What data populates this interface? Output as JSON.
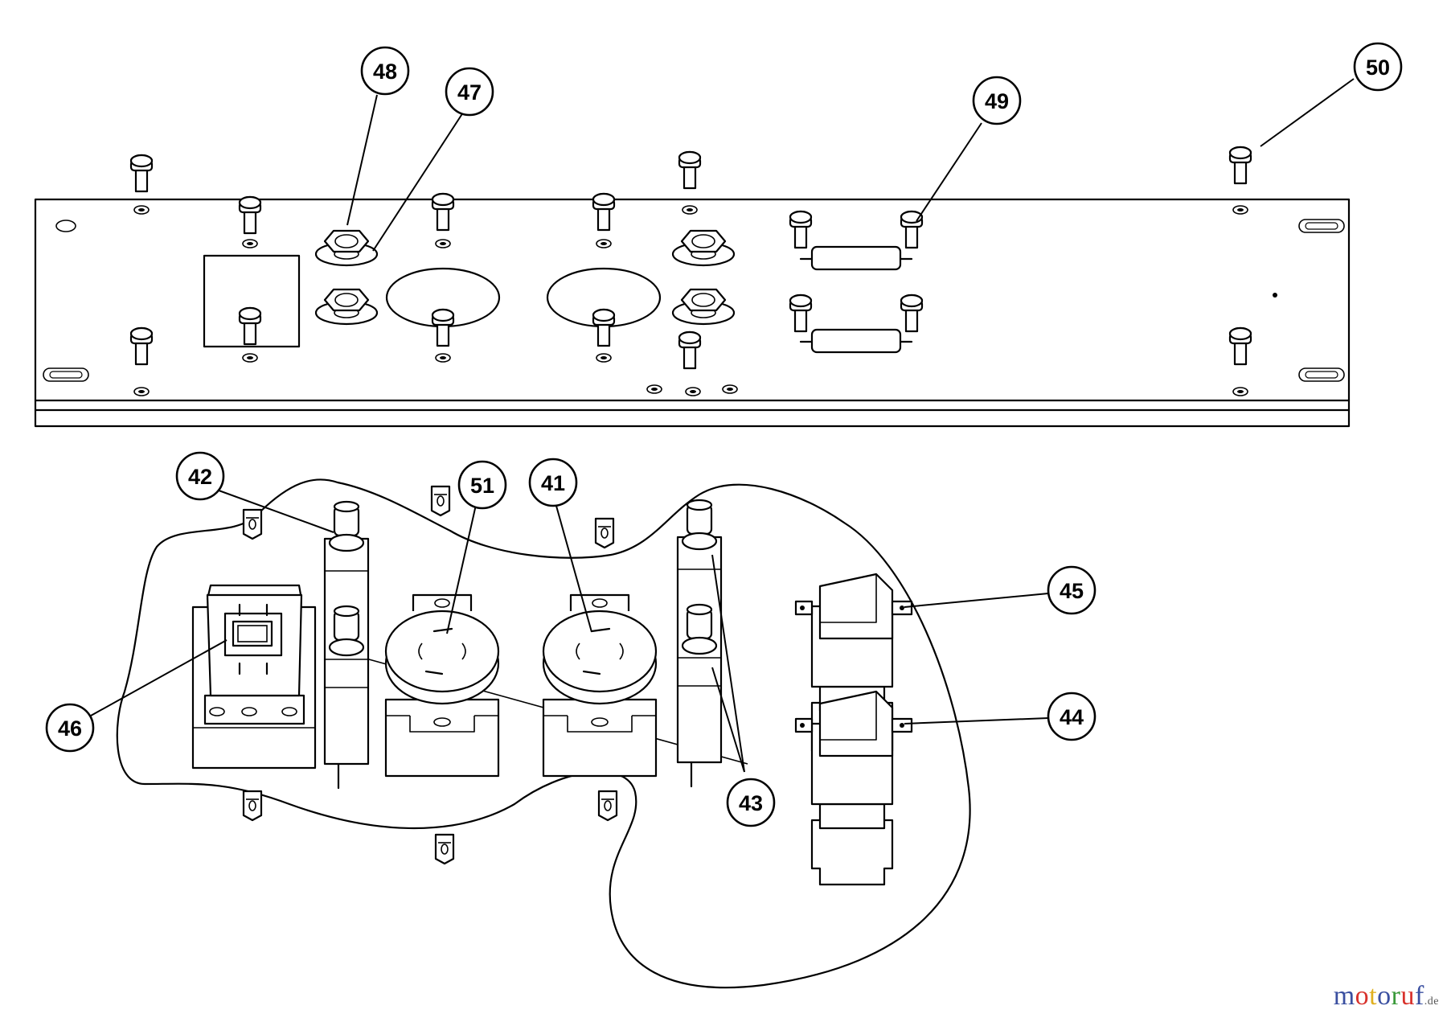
{
  "diagram": {
    "callouts": [
      {
        "id": "c48",
        "label": "48"
      },
      {
        "id": "c47",
        "label": "47"
      },
      {
        "id": "c49",
        "label": "49"
      },
      {
        "id": "c50",
        "label": "50"
      },
      {
        "id": "c42",
        "label": "42"
      },
      {
        "id": "c51",
        "label": "51"
      },
      {
        "id": "c41",
        "label": "41"
      },
      {
        "id": "c45",
        "label": "45"
      },
      {
        "id": "c44",
        "label": "44"
      },
      {
        "id": "c46",
        "label": "46"
      },
      {
        "id": "c43",
        "label": "43"
      }
    ]
  },
  "watermark": {
    "letters": [
      "m",
      "o",
      "t",
      "o",
      "r",
      "u",
      "f"
    ],
    "colors": [
      "#3a4fa0",
      "#d8322c",
      "#e0b020",
      "#3a4fa0",
      "#3a9a3a",
      "#d8322c",
      "#3a4fa0"
    ],
    "suffix": ".de"
  }
}
